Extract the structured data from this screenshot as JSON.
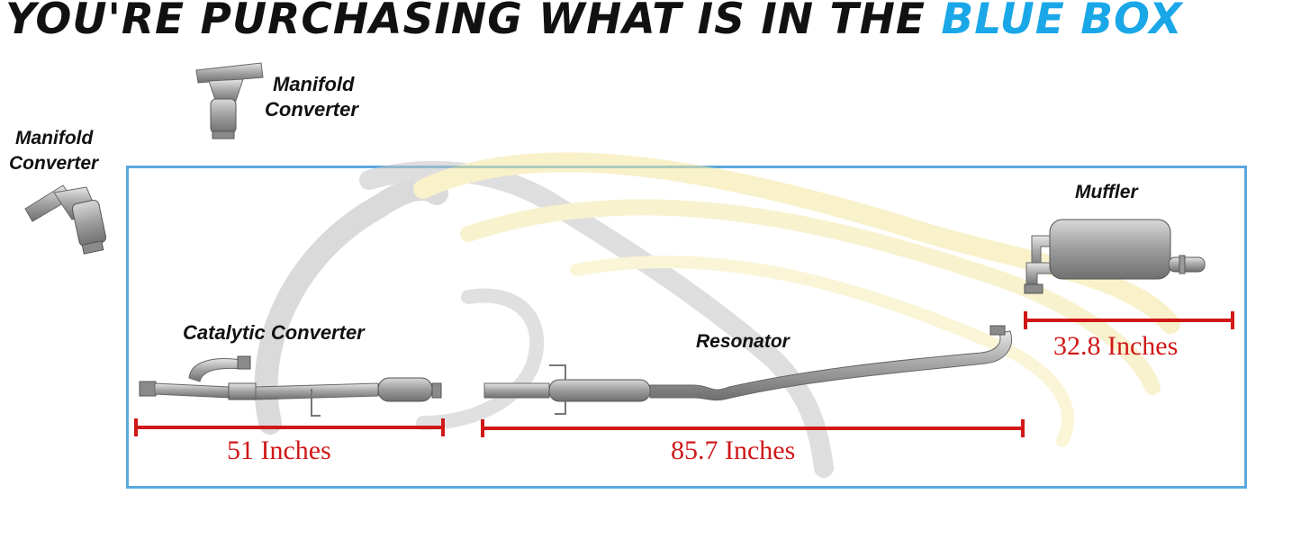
{
  "headline": {
    "main": "YOU'RE PURCHASING WHAT IS IN THE ",
    "accent": "BLUE BOX"
  },
  "labels": {
    "manifold_top_line1": "Manifold",
    "manifold_top_line2": "Converter",
    "manifold_left_line1": "Manifold",
    "manifold_left_line2": "Converter",
    "catalytic": "Catalytic Converter",
    "resonator": "Resonator",
    "muffler": "Muffler"
  },
  "measurements": {
    "catalytic_length": "51 Inches",
    "resonator_length": "85.7 Inches",
    "muffler_length": "32.8 Inches"
  },
  "colors": {
    "accent_blue": "#1aa7e8",
    "box_border": "#5aa9de",
    "measure_red": "#d01818"
  }
}
